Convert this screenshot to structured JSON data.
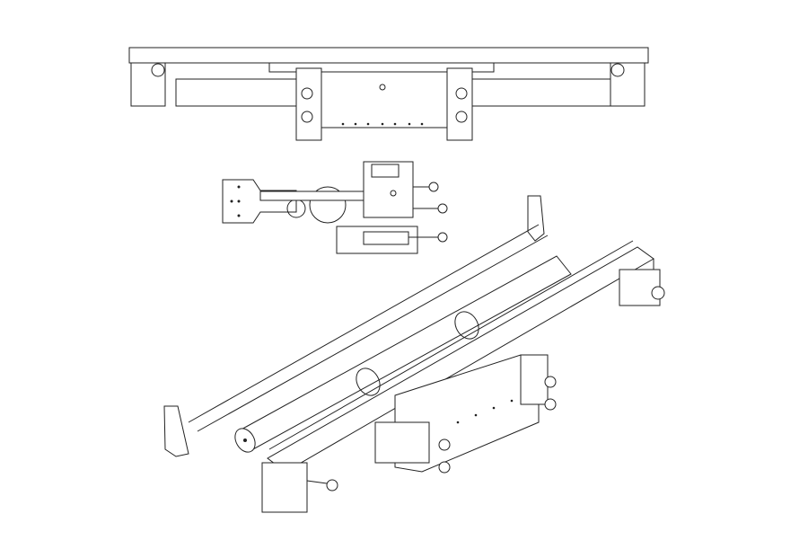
{
  "colors": {
    "line": "#222222",
    "background": "#ffffff"
  },
  "views": [
    "top-view",
    "side-view",
    "isometric-view"
  ]
}
